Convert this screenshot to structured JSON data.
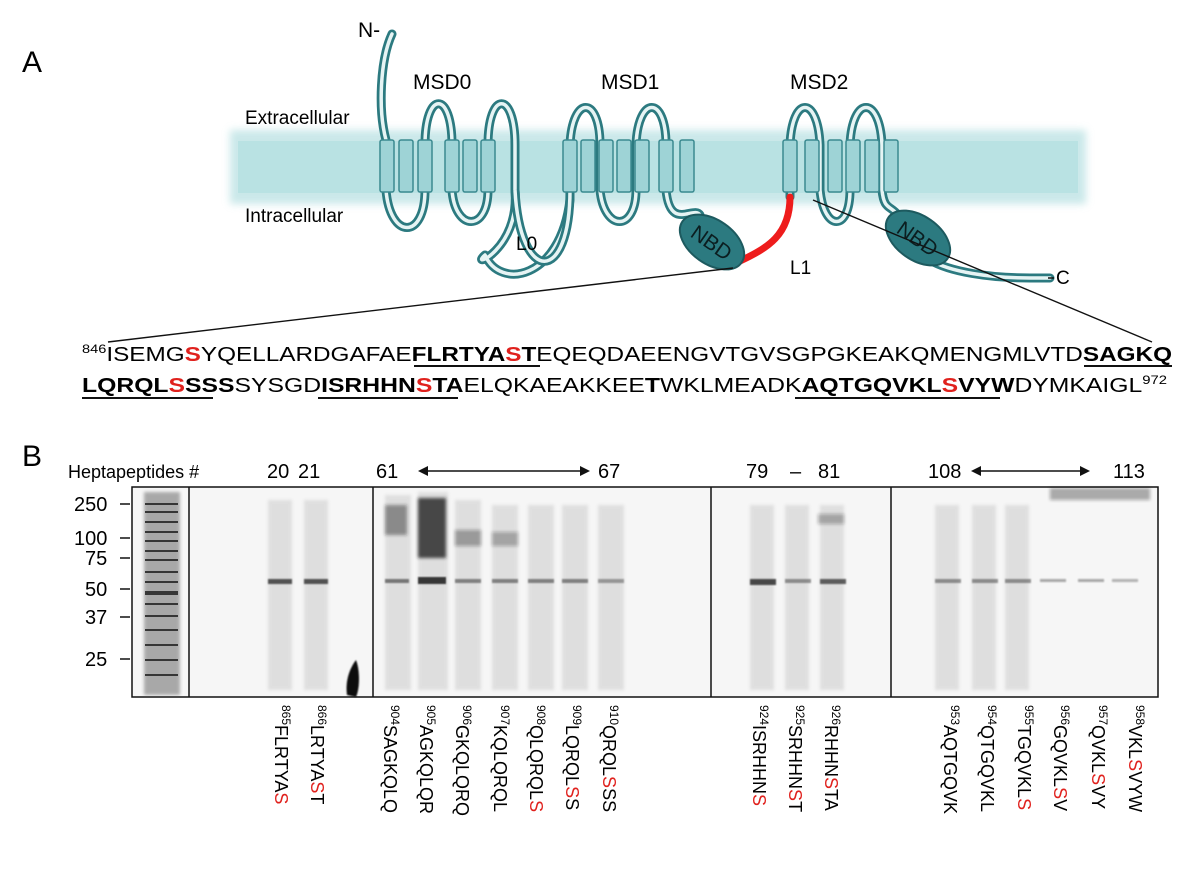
{
  "panelA": {
    "letter": "A",
    "n_term": "N-",
    "c_term": "C",
    "domains": [
      "MSD0",
      "MSD1",
      "MSD2"
    ],
    "extracellular": "Extracellular",
    "intracellular": "Intracellular",
    "loops": [
      "L0",
      "L1"
    ],
    "nbd": "NBD",
    "seq_start": "846",
    "seq_end": "972"
  },
  "panelB": {
    "letter": "B",
    "heptapeptides_label": "Heptapeptides #",
    "lane_numbers": [
      "20",
      "21",
      "61",
      "67",
      "79",
      "–",
      "81",
      "108",
      "113"
    ],
    "mw_markers": [
      "250",
      "100",
      "75",
      "50",
      "37",
      "25"
    ],
    "peptides": [
      {
        "num": "865",
        "pre": "FLRTYA",
        "red": "S",
        "post": ""
      },
      {
        "num": "866",
        "pre": "LRTYA",
        "red": "S",
        "post": "T"
      },
      {
        "num": "904",
        "pre": "SAGKQLQ",
        "red": "",
        "post": ""
      },
      {
        "num": "905",
        "pre": "AGKQLQR",
        "red": "",
        "post": ""
      },
      {
        "num": "906",
        "pre": "GKQLQRQ",
        "red": "",
        "post": ""
      },
      {
        "num": "907",
        "pre": "KQLQRQL",
        "red": "",
        "post": ""
      },
      {
        "num": "908",
        "pre": "QLQRQL",
        "red": "S",
        "post": ""
      },
      {
        "num": "909",
        "pre": "LQRQL",
        "red": "S",
        "post": "S"
      },
      {
        "num": "910",
        "pre": "QRQL",
        "red": "S",
        "post": "SS"
      },
      {
        "num": "924",
        "pre": "ISRHHN",
        "red": "S",
        "post": ""
      },
      {
        "num": "925",
        "pre": "SRHHN",
        "red": "S",
        "post": "T"
      },
      {
        "num": "926",
        "pre": "RHHN",
        "red": "S",
        "post": "TA"
      },
      {
        "num": "953",
        "pre": "AQTGQVK",
        "red": "",
        "post": ""
      },
      {
        "num": "954",
        "pre": "QTGQVKL",
        "red": "",
        "post": ""
      },
      {
        "num": "955",
        "pre": "TGQVKL",
        "red": "S",
        "post": ""
      },
      {
        "num": "956",
        "pre": "GQVKL",
        "red": "S",
        "post": "V"
      },
      {
        "num": "957",
        "pre": "QVKL",
        "red": "S",
        "post": "VY"
      },
      {
        "num": "958",
        "pre": "VKL",
        "red": "S",
        "post": "VYW"
      }
    ]
  }
}
